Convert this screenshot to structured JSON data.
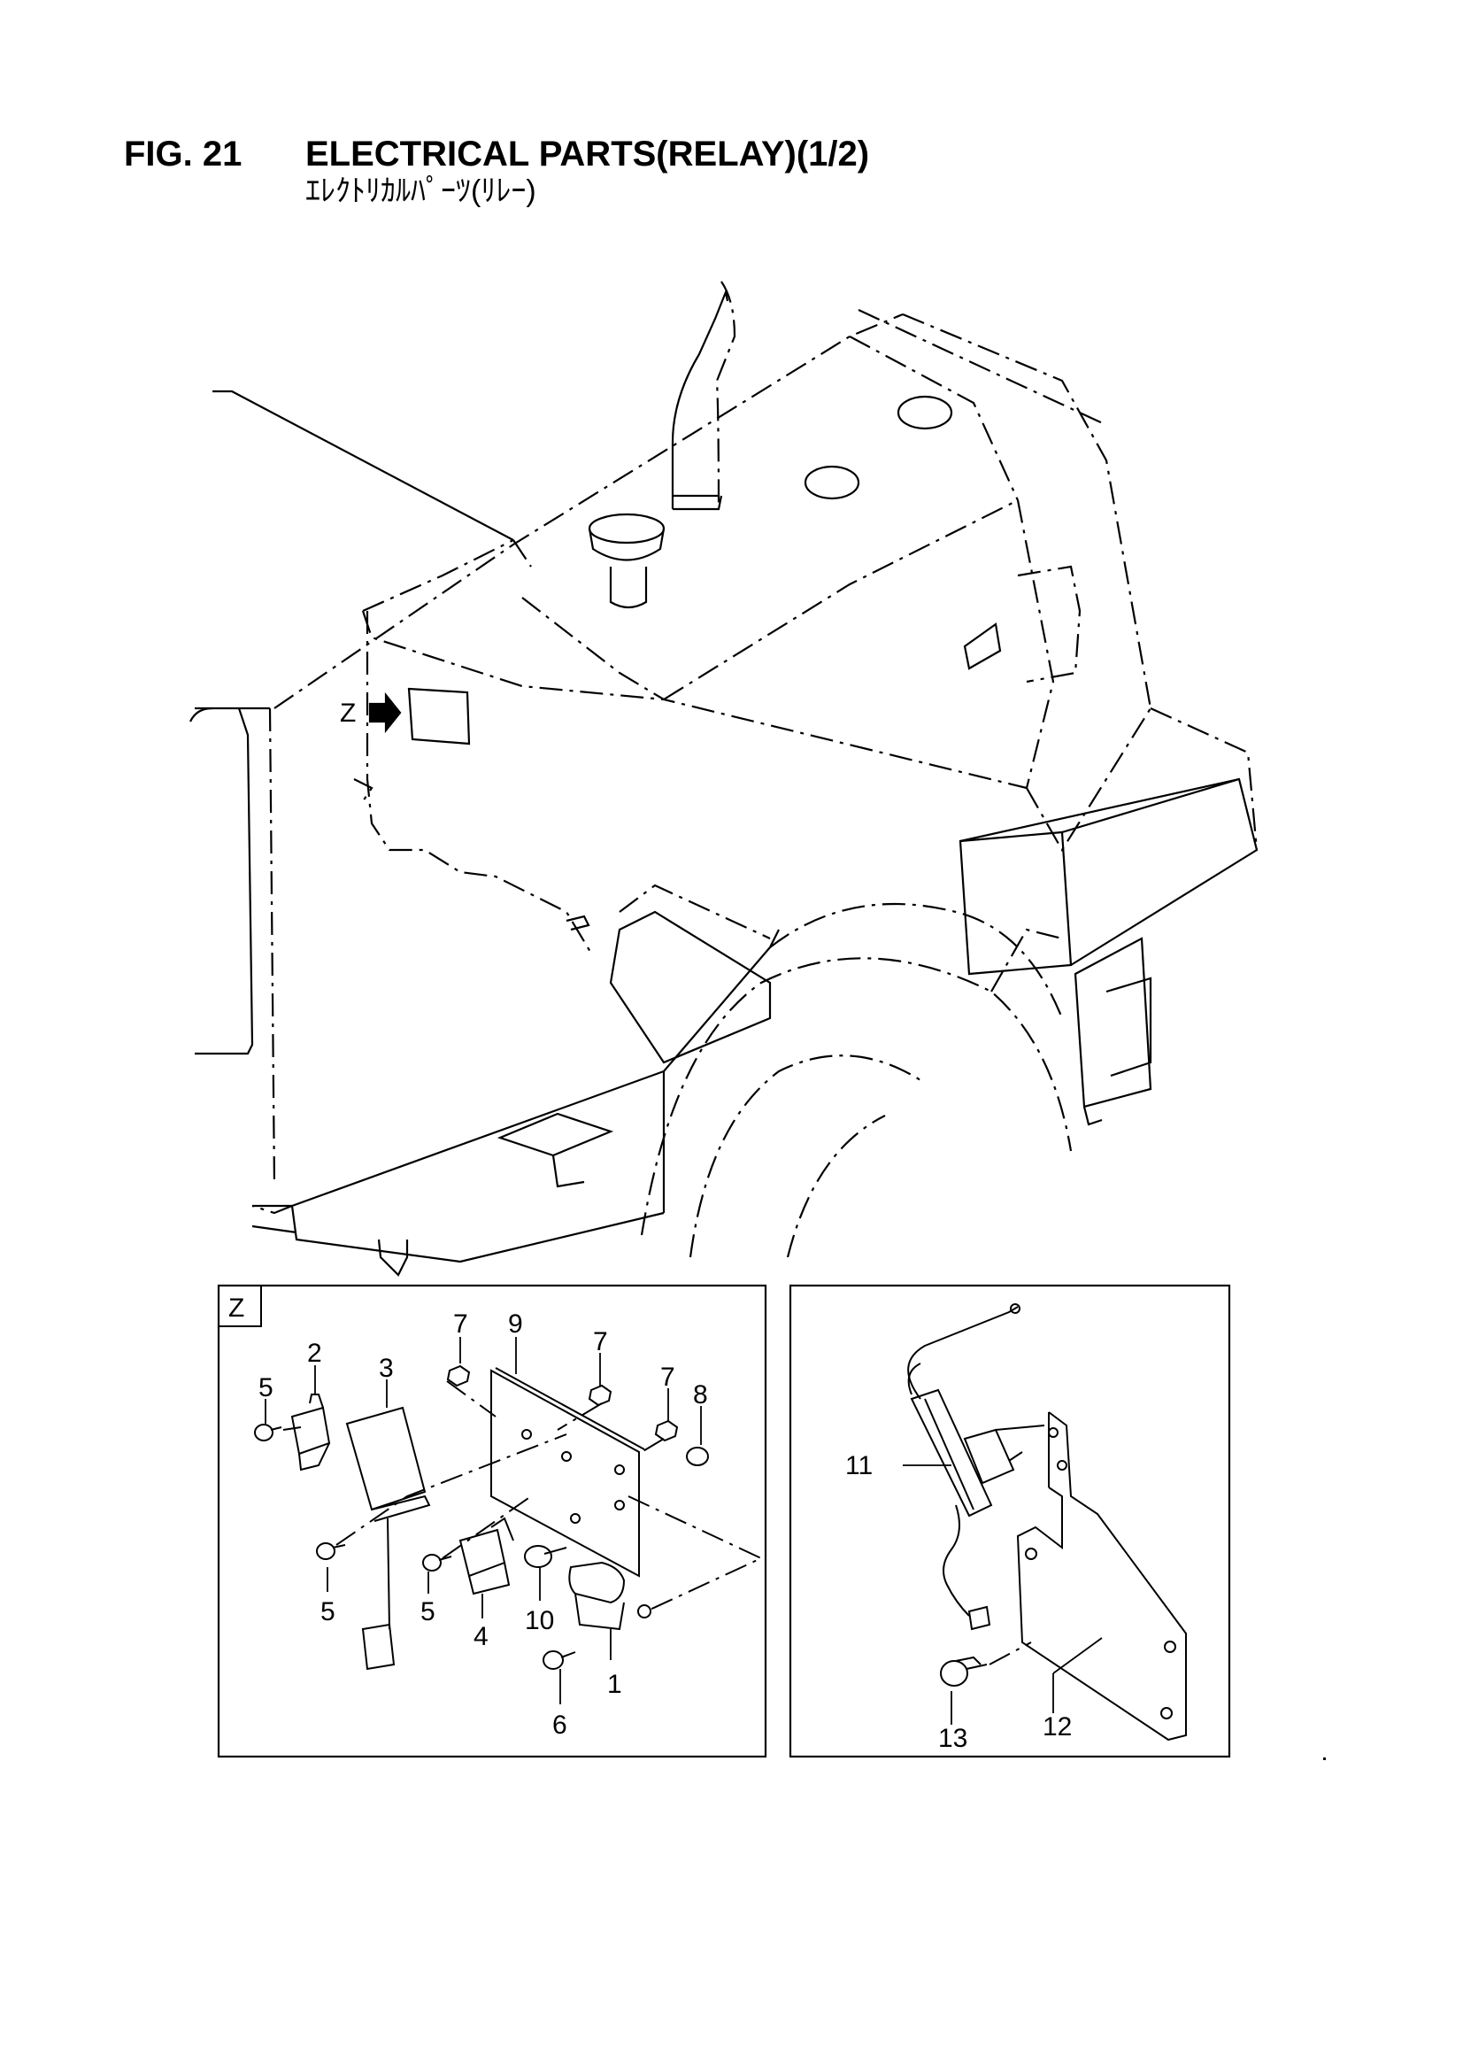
{
  "header": {
    "figure_number": "FIG. 21",
    "title": "ELECTRICAL PARTS(RELAY)(1/2)",
    "subtitle": "ｴﾚｸﾄﾘｶﾙﾊﾟｰﾂ(ﾘﾚｰ)"
  },
  "overview": {
    "view_marker": "Z"
  },
  "detail_z": {
    "frame_label": "Z",
    "callouts": [
      {
        "id": "1",
        "text": "1"
      },
      {
        "id": "2",
        "text": "2"
      },
      {
        "id": "3",
        "text": "3"
      },
      {
        "id": "4",
        "text": "4"
      },
      {
        "id": "5a",
        "text": "5"
      },
      {
        "id": "5b",
        "text": "5"
      },
      {
        "id": "5c",
        "text": "5"
      },
      {
        "id": "6",
        "text": "6"
      },
      {
        "id": "7a",
        "text": "7"
      },
      {
        "id": "7b",
        "text": "7"
      },
      {
        "id": "7c",
        "text": "7"
      },
      {
        "id": "8",
        "text": "8"
      },
      {
        "id": "9",
        "text": "9"
      },
      {
        "id": "10",
        "text": "10"
      }
    ]
  },
  "detail_right": {
    "callouts": [
      {
        "id": "11",
        "text": "11"
      },
      {
        "id": "12",
        "text": "12"
      },
      {
        "id": "13",
        "text": "13"
      }
    ]
  }
}
